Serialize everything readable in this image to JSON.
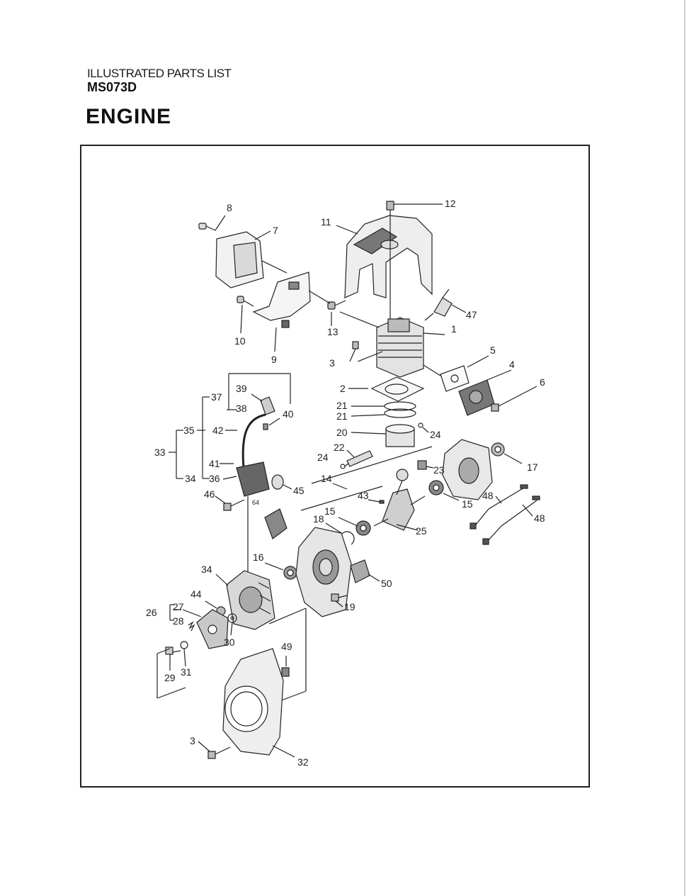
{
  "header": {
    "subtitle": "ILLUSTRATED PARTS LIST",
    "model": "MS073D",
    "section_title": "ENGINE"
  },
  "callouts": {
    "c8": "8",
    "c7": "7",
    "c11": "11",
    "c12": "12",
    "c13": "13",
    "c10": "10",
    "c9": "9",
    "c47": "47",
    "c1": "1",
    "c3a": "3",
    "c5": "5",
    "c4": "4",
    "c6": "6",
    "c2": "2",
    "c37": "37",
    "c39": "39",
    "c38": "38",
    "c40": "40",
    "c35": "35",
    "c42": "42",
    "c33": "33",
    "c21a": "21",
    "c21b": "21",
    "c20": "20",
    "c24a": "24",
    "c22": "22",
    "c24b": "24",
    "c17": "17",
    "c23": "23",
    "c41": "41",
    "c36": "36",
    "c34a": "34",
    "c45": "45",
    "c14": "14",
    "c46": "46",
    "c64": "64",
    "c43": "43",
    "c15a": "15",
    "c48a": "48",
    "c48b": "48",
    "c15b": "15",
    "c18": "18",
    "c25": "25",
    "c16": "16",
    "c34b": "34",
    "c50": "50",
    "c44": "44",
    "c19": "19",
    "c27": "27",
    "c26": "26",
    "c28": "28",
    "c30": "30",
    "c49": "49",
    "c31": "31",
    "c29": "29",
    "c3b": "3",
    "c32": "32"
  }
}
